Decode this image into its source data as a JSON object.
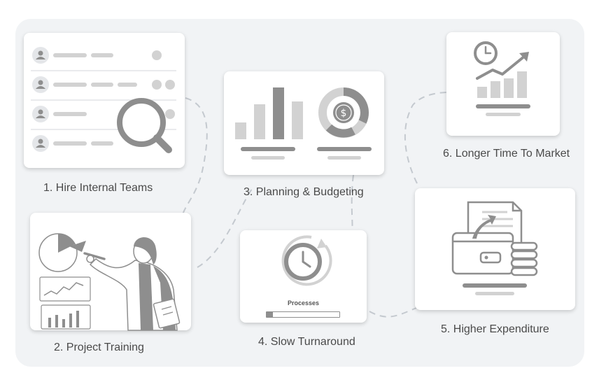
{
  "steps": [
    {
      "label": "1. Hire Internal Teams"
    },
    {
      "label": "2. Project Training"
    },
    {
      "label": "3. Planning & Budgeting"
    },
    {
      "label": "4. Slow Turnaround"
    },
    {
      "label": "5. Higher Expenditure"
    },
    {
      "label": "6. Longer Time To Market"
    }
  ],
  "turnaround_card": {
    "processes_label": "Processes",
    "progress": 0.09
  },
  "icons": [
    "user-avatar-icon",
    "magnifier-icon",
    "bar-chart-icon",
    "dollar-donut-icon",
    "clock-refresh-icon",
    "wallet-coins-icon",
    "clock-trend-chart-icon",
    "presenter-illustration"
  ],
  "colors": {
    "panel": "#f1f3f5",
    "card": "#ffffff",
    "icon_dark": "#8e8e8e",
    "icon_light": "#d2d2d2",
    "text": "#4a4a4a"
  }
}
